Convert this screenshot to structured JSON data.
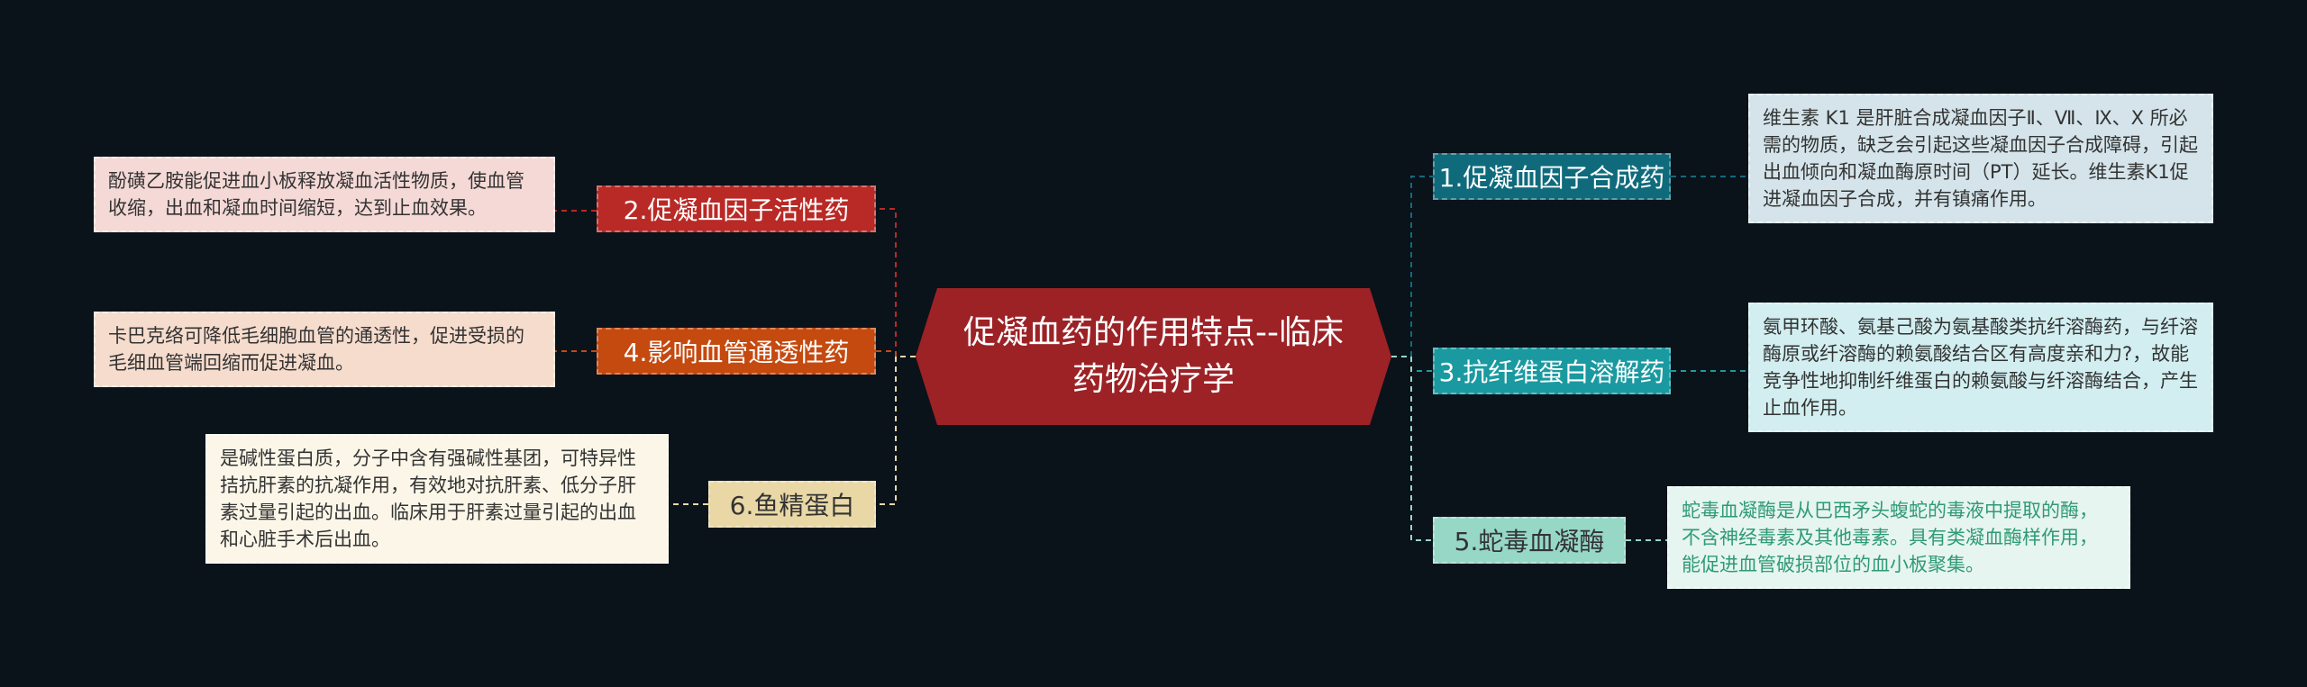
{
  "root": {
    "title": "促凝血药的作用特点--临床药物治疗学"
  },
  "colors": {
    "background": "#0a121a",
    "root": "#9c2226",
    "topic_red": "#b92a26",
    "topic_orange": "#c44a10",
    "topic_cream": "#e9d8a6",
    "topic_teal_dark": "#0f6b7c",
    "topic_teal": "#1a9aa0",
    "topic_mint": "#96d7c6"
  },
  "left": [
    {
      "topic": "2.促凝血因子活性药",
      "note": "酚磺乙胺能促进血小板释放凝血活性物质，使血管收缩，出血和凝血时间缩短，达到止血效果。"
    },
    {
      "topic": "4.影响血管通透性药",
      "note": "卡巴克络可降低毛细胞血管的通透性，促进受损的毛细血管端回缩而促进凝血。"
    },
    {
      "topic": "6.鱼精蛋白",
      "note": "是碱性蛋白质，分子中含有强碱性基团，可特异性拮抗肝素的抗凝作用，有效地对抗肝素、低分子肝素过量引起的出血。临床用于肝素过量引起的出血和心脏手术后出血。"
    }
  ],
  "right": [
    {
      "topic": "1.促凝血因子合成药",
      "note": "维生素 K1 是肝脏合成凝血因子Ⅱ、Ⅶ、Ⅸ、Ⅹ 所必需的物质，缺乏会引起这些凝血因子合成障碍，引起出血倾向和凝血酶原时间（PT）延长。维生素K1促进凝血因子合成，并有镇痛作用。"
    },
    {
      "topic": "3.抗纤维蛋白溶解药",
      "note": "氨甲环酸、氨基己酸为氨基酸类抗纤溶酶药，与纤溶酶原或纤溶酶的赖氨酸结合区有高度亲和力?，故能竞争性地抑制纤维蛋白的赖氨酸与纤溶酶结合，产生止血作用。"
    },
    {
      "topic": "5.蛇毒血凝酶",
      "note": "蛇毒血凝酶是从巴西矛头蝮蛇的毒液中提取的酶，不含神经毒素及其他毒素。具有类凝血酶样作用，能促进血管破损部位的血小板聚集。"
    }
  ]
}
